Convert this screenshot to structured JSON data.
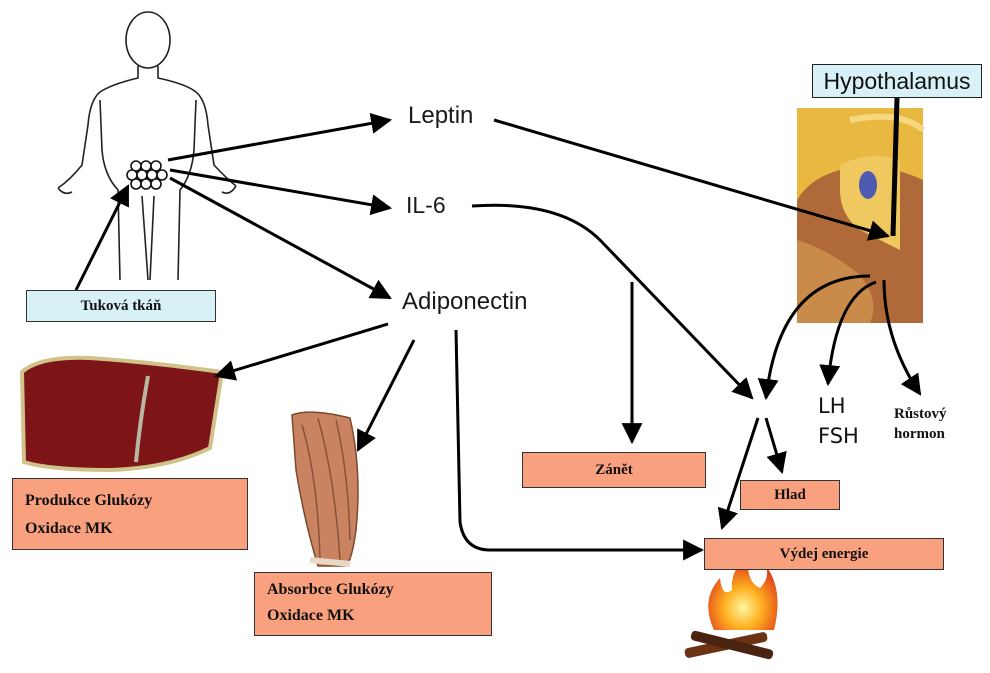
{
  "hormones": {
    "leptin": "Leptin",
    "il6": "IL-6",
    "adiponectin": "Adiponectin"
  },
  "hypothalamus": "Hypothalamus",
  "pituitary_outputs": {
    "lh": "LH",
    "fsh": "FSH",
    "growth_hormone": [
      "Růstový",
      "hormon"
    ]
  },
  "boxes": {
    "adipose_tissue": "Tuková tkáň",
    "liver": [
      "Produkce Glukózy",
      "Oxidace MK"
    ],
    "muscle": [
      "Absorbce Glukózy",
      "Oxidace MK"
    ],
    "inflammation": "Zánět",
    "hunger": "Hlad",
    "energy_expenditure": "Výdej energie"
  },
  "colors": {
    "box_fill": "#f9a17e",
    "label_box_fill": "#d8f1f7",
    "liver": "#7d1418",
    "arrow": "#000000"
  },
  "icons": [
    "human-body-icon",
    "fat-cells-icon",
    "liver-icon",
    "thigh-muscle-icon",
    "brain-section-icon",
    "campfire-icon"
  ]
}
